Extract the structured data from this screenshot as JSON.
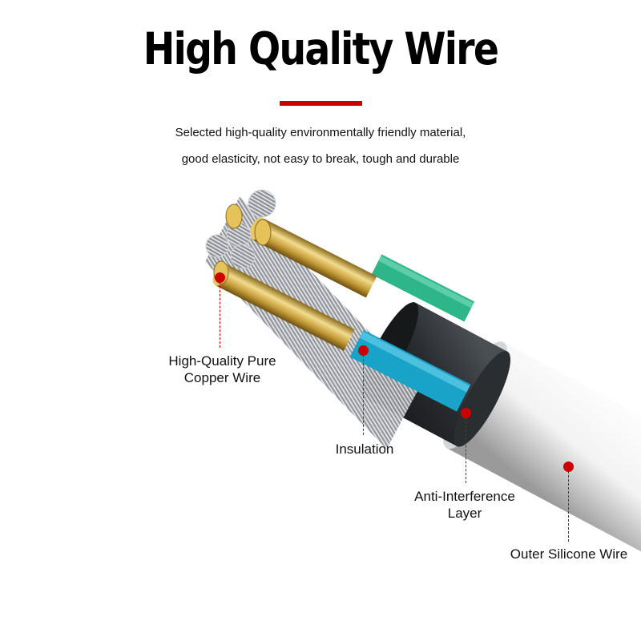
{
  "header": {
    "title": "High Quality Wire",
    "subtitle_line1": "Selected high-quality environmentally friendly material,",
    "subtitle_line2": "good elasticity, not easy to break, tough and durable"
  },
  "colors": {
    "accent_red": "#cc0000",
    "title_text": "#000000",
    "green_core": "#2fb58a",
    "blue_core": "#1aa3c8",
    "copper": "#c9a13a",
    "shield_black": "#2a2d30",
    "outer_white": "#f2f2f2"
  },
  "callouts": [
    {
      "id": "copper",
      "line1": "High-Quality Pure",
      "line2": "Copper Wire"
    },
    {
      "id": "insulation",
      "line1": "Insulation",
      "line2": ""
    },
    {
      "id": "anti-interference",
      "line1": "Anti-Interference",
      "line2": "Layer"
    },
    {
      "id": "outer",
      "line1": "Outer Silicone Wire",
      "line2": ""
    }
  ]
}
